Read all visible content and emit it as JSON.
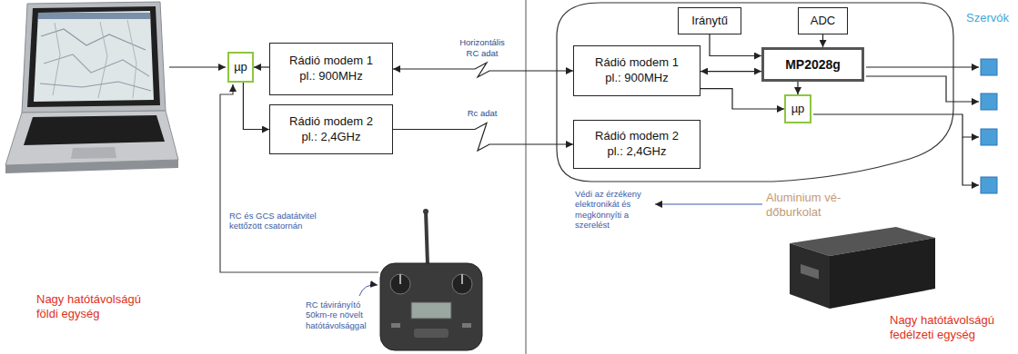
{
  "diagram": {
    "nodes": [
      {
        "text": [
          "µp"
        ]
      },
      {
        "text": [
          "Rádió modem 1",
          "pl.: 900MHz"
        ]
      },
      {
        "text": [
          "Rádió modem 2",
          "pl.: 2,4GHz"
        ]
      },
      {
        "text": [
          "Iránytű"
        ]
      },
      {
        "text": [
          "ADC"
        ]
      },
      {
        "text": [
          "Rádió modem 1",
          "pl.: 900MHz"
        ]
      },
      {
        "text": [
          "MP2028g"
        ]
      },
      {
        "text": [
          "µp"
        ]
      },
      {
        "text": [
          "Rádió modem 2",
          "pl.: 2,4GHz"
        ]
      }
    ],
    "edges": [
      {
        "from": 1,
        "to": 0,
        "arrow": "to"
      },
      {
        "from": 0,
        "to": 2,
        "arrow": "to"
      },
      {
        "from": 1,
        "to": 5,
        "label": "Horizontális RC adat",
        "arrow": "both"
      },
      {
        "from": 2,
        "to": 8,
        "label": "Rc adat",
        "arrow": "to"
      },
      {
        "from": 3,
        "to": 6,
        "arrow": "to"
      },
      {
        "from": 4,
        "to": 6,
        "arrow": "to"
      },
      {
        "from": 5,
        "to": 6,
        "arrow": "both"
      },
      {
        "from": 5,
        "to": 7,
        "arrow": "to"
      },
      {
        "from": 6,
        "to": 7,
        "arrow": "to"
      }
    ],
    "labels": [
      "Szervók",
      "RC és GCS adatátvitel kettőzött csatornán",
      "RC távirányító 50km-re növelt hatótávolsággal",
      "Védi az érzékeny elektronikát és megkönnyíti a szerelést",
      "Aluminium vé- dőburkolat",
      "Nagy hatótávolságú földi egység",
      "Nagy hatótávolságú fedélzeti egység"
    ]
  }
}
